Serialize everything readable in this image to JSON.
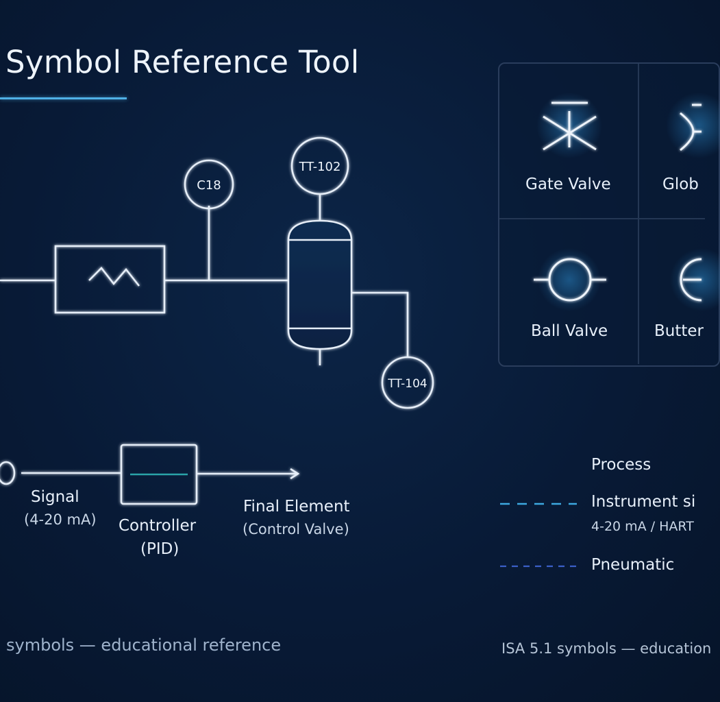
{
  "header": {
    "title": "Symbol Reference Tool"
  },
  "diagram": {
    "tags": {
      "c18": "C18",
      "tt102": "TT-102",
      "tt104": "TT-104"
    }
  },
  "loop": {
    "signal_label": "Signal",
    "signal_sub": "(4-20 mA)",
    "controller_label": "Controller",
    "controller_sub": "(PID)",
    "final_label": "Final Element",
    "final_sub": "(Control Valve)"
  },
  "symbol_panel": {
    "cells": [
      {
        "label": "Gate Valve",
        "icon": "gate-valve-icon"
      },
      {
        "label": "Glob",
        "icon": "globe-valve-icon"
      },
      {
        "label": "Ball Valve",
        "icon": "ball-valve-icon"
      },
      {
        "label": "Butter",
        "icon": "butterfly-valve-icon"
      }
    ]
  },
  "legend": {
    "process": "Process",
    "instrument": "Instrument si",
    "instrument_sub": "4-20 mA / HART",
    "pneumatic": "Pneumatic"
  },
  "footer": {
    "left": "symbols — educational reference",
    "right": "ISA 5.1 symbols — education"
  },
  "colors": {
    "background": "#081a36",
    "line": "#e6eef8",
    "accent": "#4fb0e6",
    "instrument_line": "#3da8e0",
    "pneumatic_line": "#3b5fc8"
  }
}
